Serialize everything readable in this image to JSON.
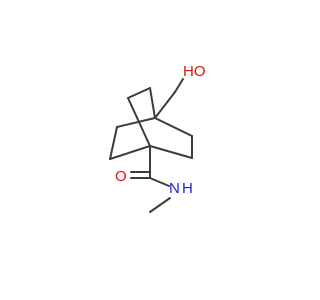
{
  "molecule": {
    "atom_labels": {
      "hydroxyl": "HO",
      "carbonyl_oxygen": "O",
      "amide_nitrogen": "N",
      "amide_hydrogen": "H"
    },
    "colors": {
      "bond": "#3c3c3c",
      "oxygen": "#e01010",
      "nitrogen": "#2020e0"
    }
  }
}
